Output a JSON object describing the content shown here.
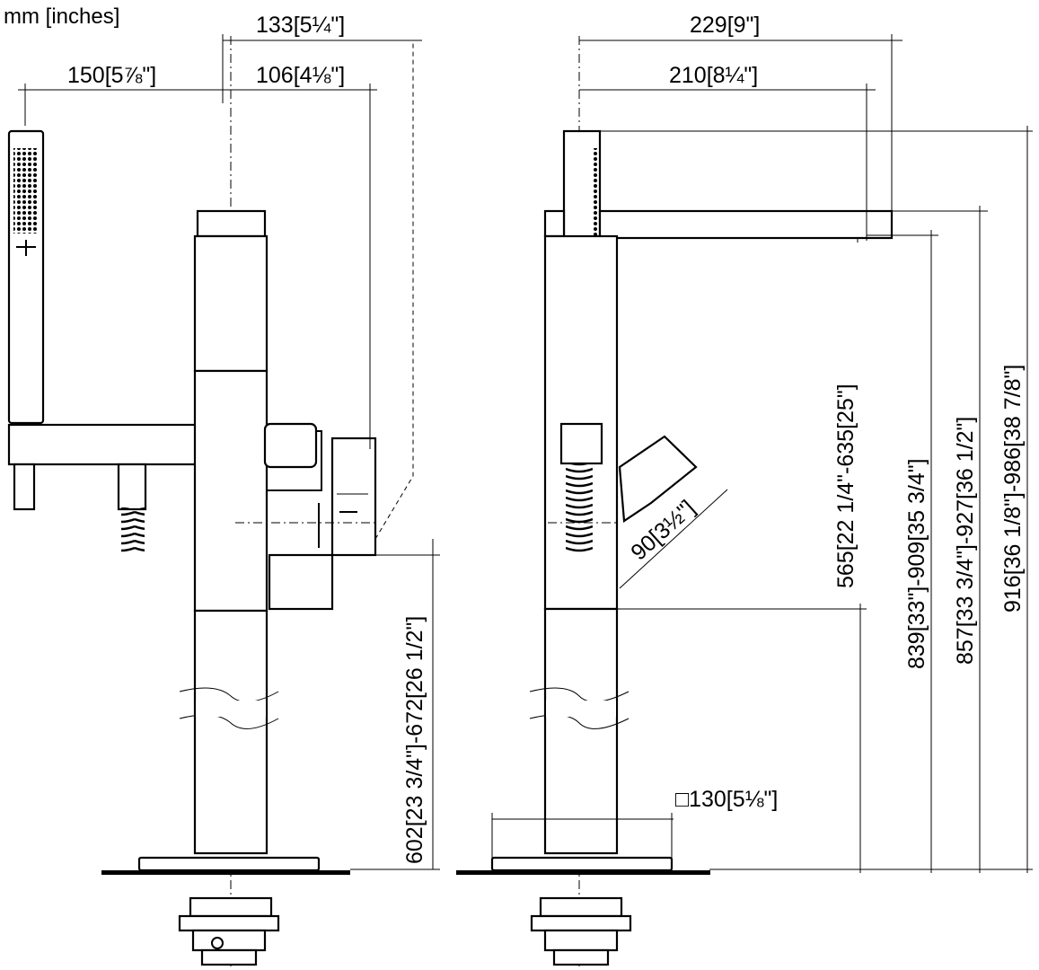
{
  "units_label": "mm [inches]",
  "left_view": {
    "dim_133": "133[5¼\"]",
    "dim_150": "150[5⅞\"]",
    "dim_106": "106[4⅛\"]",
    "dim_602": "602[23 3/4\"]-672[26 1/2\"]"
  },
  "right_view": {
    "dim_229": "229[9\"]",
    "dim_210": "210[8¼\"]",
    "dim_90": "90[3½\"]",
    "dim_565": "565[22 1/4\"-635[25\"]",
    "dim_839": "839[33\"]-909[35 3/4\"]",
    "dim_857": "857[33 3/4\"]-927[36 1/2\"]",
    "dim_916": "916[36 1/8\"]-986[38 7/8\"]",
    "dim_130": "□130[5⅛\"]"
  }
}
